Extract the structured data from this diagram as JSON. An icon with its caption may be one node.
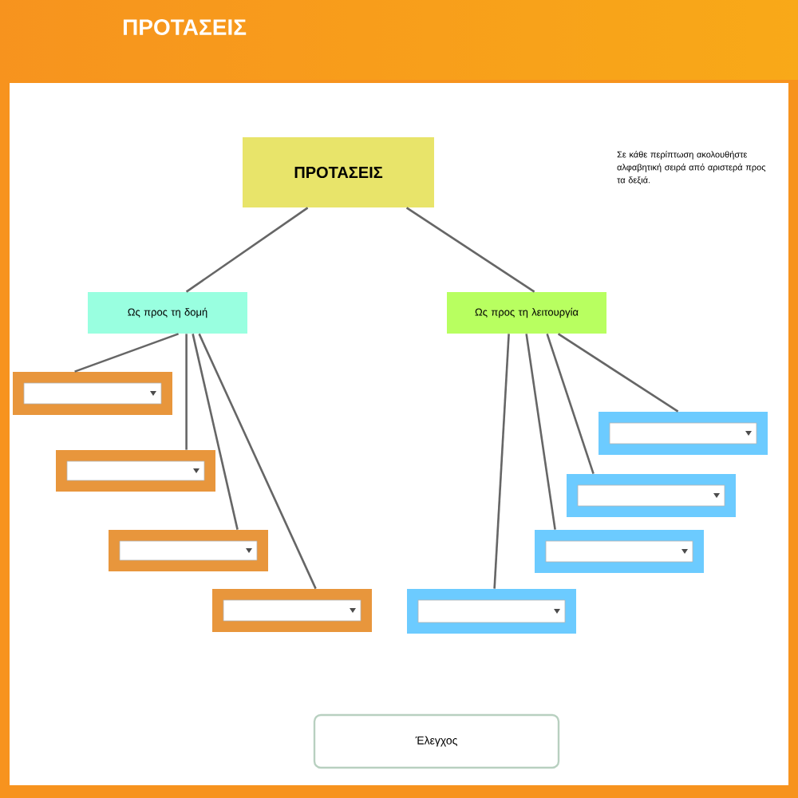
{
  "diagram": {
    "title": "ΠΡΟΤΑΣΕΙΣ",
    "nodes": [
      {
        "text": [
          "ΠΡΟΤΑΣΕΙΣ"
        ]
      },
      {
        "text": [
          "Ως προς τη δομή"
        ]
      },
      {
        "text": [
          "Ως προς τη λειτουργία"
        ]
      },
      {
        "text": [],
        "shape": "box"
      },
      {
        "text": [],
        "shape": "box"
      },
      {
        "text": [],
        "shape": "box"
      },
      {
        "text": [],
        "shape": "box"
      },
      {
        "text": [],
        "shape": "box"
      },
      {
        "text": [],
        "shape": "box"
      },
      {
        "text": [],
        "shape": "box"
      },
      {
        "text": [],
        "shape": "box"
      },
      {
        "text": [
          "Έλεγχος"
        ]
      }
    ],
    "edges": [
      {
        "from": 0,
        "to": 1,
        "arrow": "none"
      },
      {
        "from": 0,
        "to": 2,
        "arrow": "none"
      },
      {
        "from": 1,
        "to": 3,
        "arrow": "none"
      },
      {
        "from": 1,
        "to": 4,
        "arrow": "none"
      },
      {
        "from": 1,
        "to": 5,
        "arrow": "none"
      },
      {
        "from": 1,
        "to": 6,
        "arrow": "none"
      },
      {
        "from": 2,
        "to": 7,
        "arrow": "none"
      },
      {
        "from": 2,
        "to": 8,
        "arrow": "none"
      },
      {
        "from": 2,
        "to": 9,
        "arrow": "none"
      },
      {
        "from": 2,
        "to": 10,
        "arrow": "none"
      }
    ],
    "labels": [
      "Σε κάθε περίπτωση ακολουθήστε αλφαβητική σειρά από αριστερά προς τα δεξιά."
    ]
  }
}
